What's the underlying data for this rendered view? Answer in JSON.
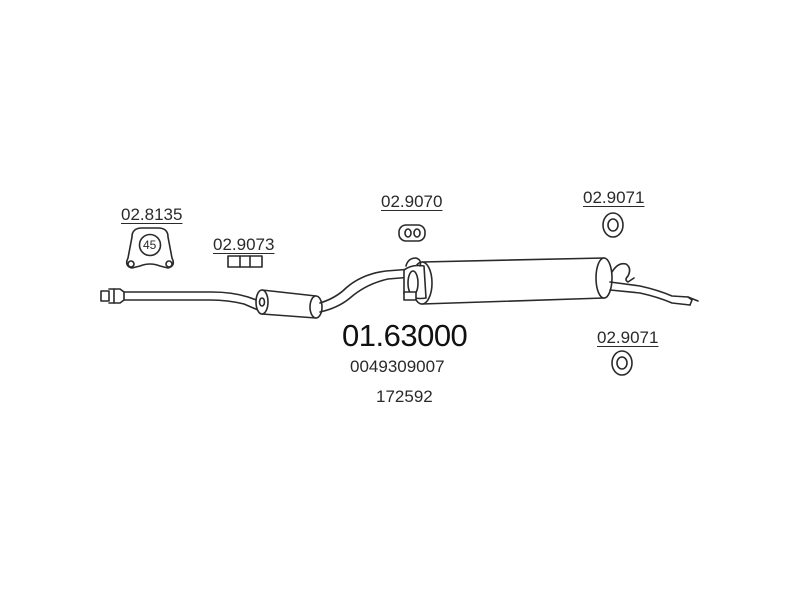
{
  "diagram": {
    "labels": {
      "clamp_top_left": "02.8135",
      "clamp_diameter": "45",
      "bracket": "02.9073",
      "holder_center": "02.9070",
      "ring_upper": "02.9071",
      "ring_lower": "02.9071"
    },
    "main_part_number": "01.63000",
    "oem_numbers": [
      "0049309007",
      "172592"
    ]
  }
}
